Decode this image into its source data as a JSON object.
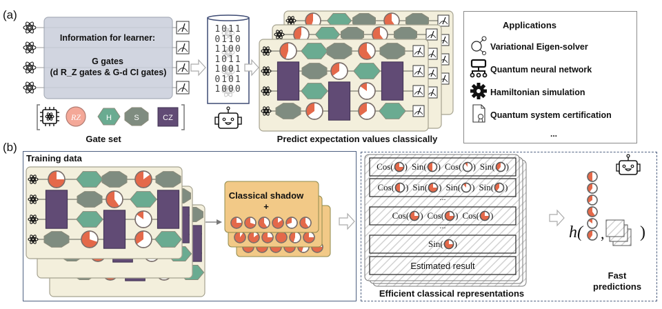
{
  "panel_a": {
    "label": "(a)",
    "info_title": "Information for learner:",
    "info_line1": "G gates",
    "info_line2": "(d R_Z gates & G-d CI gates)",
    "gate_set_caption": "Gate set",
    "gate_set": [
      {
        "name": "quantum-chip",
        "label": ""
      },
      {
        "name": "rz-gate",
        "label": "R_Z"
      },
      {
        "name": "h-gate",
        "label": "H"
      },
      {
        "name": "s-gate",
        "label": "S"
      },
      {
        "name": "cz-gate",
        "label": "CZ"
      }
    ],
    "bitstrings": [
      "1011",
      "0110",
      "1100",
      "1011",
      "1001",
      "0101",
      "1000"
    ],
    "predict_caption": "Predict expectation values classically",
    "applications": {
      "title": "Applications",
      "items": [
        {
          "icon": "molecule-icon",
          "label": "Variational Eigen-solver"
        },
        {
          "icon": "network-icon",
          "label": "Quantum neural network"
        },
        {
          "icon": "gear-icon",
          "label": "Hamiltonian simulation"
        },
        {
          "icon": "certificate-icon",
          "label": "Quantum system certification"
        }
      ],
      "ellipsis": "..."
    }
  },
  "panel_b": {
    "label": "(b)",
    "training_title": "Training data",
    "shadow_title": "Classical shadow",
    "shadow_plus": "+",
    "shadow_pies": [
      0.75,
      0.7,
      0.6,
      0.85,
      0.3,
      0.6
    ],
    "rows": [
      {
        "terms": [
          {
            "fn": "Cos",
            "frac": 0.75
          },
          {
            "fn": "Sin",
            "frac": 0.5
          },
          {
            "fn": "Cos",
            "frac": 0.1
          },
          {
            "fn": "Sin",
            "frac": 0.4
          }
        ]
      },
      {
        "terms": [
          {
            "fn": "Cos",
            "frac": 0.5
          },
          {
            "fn": "Sin",
            "frac": 0.75
          },
          {
            "fn": "Sin",
            "frac": 0.12
          },
          {
            "fn": "Sin",
            "frac": 0.4
          }
        ]
      },
      {
        "ellipsis": "..."
      },
      {
        "terms": [
          {
            "fn": "Cos",
            "frac": 0.75
          },
          {
            "fn": "Cos",
            "frac": 0.75
          },
          {
            "fn": "Cos",
            "frac": 0.75
          }
        ]
      },
      {
        "ellipsis": "..."
      },
      {
        "terms": [
          {
            "fn": "Sin",
            "frac": 0.75
          }
        ]
      },
      {
        "text": "Estimated result"
      }
    ],
    "representations_caption": "Efficient classical representations",
    "h_symbol": "h(",
    "h_comma": ",",
    "h_close": ")",
    "prediction_pies": [
      0.5,
      0.4,
      0.35,
      0.6,
      0.15,
      0.4
    ],
    "fast_caption_line1": "Fast",
    "fast_caption_line2": "predictions"
  },
  "colors": {
    "rz_orange": "#e4694a",
    "h_green": "#6aab91",
    "s_gray": "#7f8c80",
    "cz_purple": "#614b75",
    "card_bg": "#f3efdc",
    "shadow_bg": "#f2c987",
    "frame_blue": "#4d5f80"
  }
}
